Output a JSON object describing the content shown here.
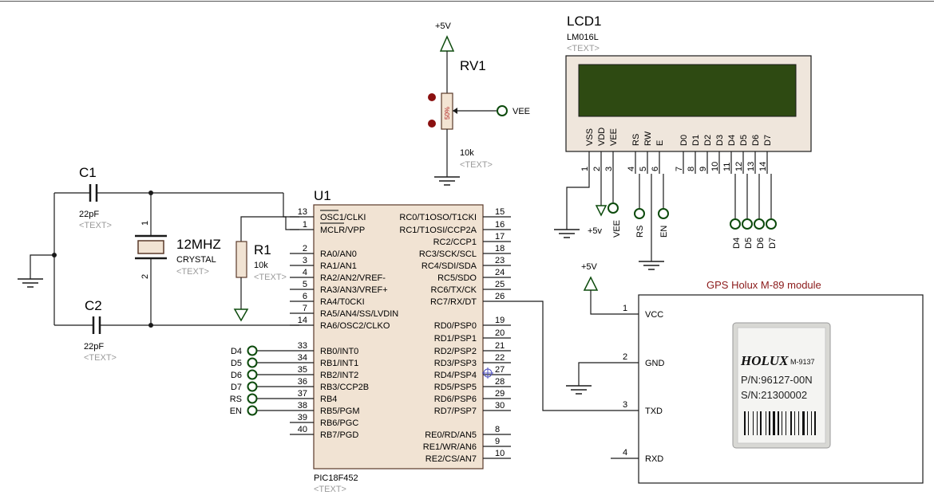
{
  "mcu": {
    "ref": "U1",
    "part": "PIC18F452",
    "text": "<TEXT>",
    "left_pins": [
      {
        "num": "13",
        "name": "OSC1/CLKI"
      },
      {
        "num": "1",
        "name": "MCLR/VPP"
      },
      {
        "num": "2",
        "name": "RA0/AN0"
      },
      {
        "num": "3",
        "name": "RA1/AN1"
      },
      {
        "num": "4",
        "name": "RA2/AN2/VREF-"
      },
      {
        "num": "5",
        "name": "RA3/AN3/VREF+"
      },
      {
        "num": "6",
        "name": "RA4/T0CKI"
      },
      {
        "num": "7",
        "name": "RA5/AN4/SS/LVDIN"
      },
      {
        "num": "14",
        "name": "RA6/OSC2/CLKO"
      },
      {
        "num": "33",
        "name": "RB0/INT0"
      },
      {
        "num": "34",
        "name": "RB1/INT1"
      },
      {
        "num": "35",
        "name": "RB2/INT2"
      },
      {
        "num": "36",
        "name": "RB3/CCP2B"
      },
      {
        "num": "37",
        "name": "RB4"
      },
      {
        "num": "38",
        "name": "RB5/PGM"
      },
      {
        "num": "39",
        "name": "RB6/PGC"
      },
      {
        "num": "40",
        "name": "RB7/PGD"
      }
    ],
    "right_pins": [
      {
        "num": "15",
        "name": "RC0/T1OSO/T1CKI"
      },
      {
        "num": "16",
        "name": "RC1/T1OSI/CCP2A"
      },
      {
        "num": "17",
        "name": "RC2/CCP1"
      },
      {
        "num": "18",
        "name": "RC3/SCK/SCL"
      },
      {
        "num": "23",
        "name": "RC4/SDI/SDA"
      },
      {
        "num": "24",
        "name": "RC5/SDO"
      },
      {
        "num": "25",
        "name": "RC6/TX/CK"
      },
      {
        "num": "26",
        "name": "RC7/RX/DT"
      },
      {
        "num": "19",
        "name": "RD0/PSP0"
      },
      {
        "num": "20",
        "name": "RD1/PSP1"
      },
      {
        "num": "21",
        "name": "RD2/PSP2"
      },
      {
        "num": "22",
        "name": "RD3/PSP3"
      },
      {
        "num": "27",
        "name": "RD4/PSP4"
      },
      {
        "num": "28",
        "name": "RD5/PSP5"
      },
      {
        "num": "29",
        "name": "RD6/PSP6"
      },
      {
        "num": "30",
        "name": "RD7/PSP7"
      },
      {
        "num": "8",
        "name": "RE0/RD/AN5"
      },
      {
        "num": "9",
        "name": "RE1/WR/AN6"
      },
      {
        "num": "10",
        "name": "RE2/CS/AN7"
      }
    ]
  },
  "portb_nets": [
    "D4",
    "D5",
    "D6",
    "D7",
    "RS",
    "EN"
  ],
  "lcd": {
    "ref": "LCD1",
    "part": "LM016L",
    "text": "<TEXT>",
    "pins": [
      {
        "num": "1",
        "name": "VSS"
      },
      {
        "num": "2",
        "name": "VDD"
      },
      {
        "num": "3",
        "name": "VEE"
      },
      {
        "num": "4",
        "name": "RS"
      },
      {
        "num": "5",
        "name": "RW"
      },
      {
        "num": "6",
        "name": "E"
      },
      {
        "num": "7",
        "name": "D0"
      },
      {
        "num": "8",
        "name": "D1"
      },
      {
        "num": "9",
        "name": "D2"
      },
      {
        "num": "10",
        "name": "D3"
      },
      {
        "num": "11",
        "name": "D4"
      },
      {
        "num": "12",
        "name": "D5"
      },
      {
        "num": "13",
        "name": "D6"
      },
      {
        "num": "14",
        "name": "D7"
      }
    ],
    "net_labels": [
      "+5v",
      "VEE",
      "RS",
      "EN",
      "D4",
      "D5",
      "D6",
      "D7"
    ]
  },
  "pot": {
    "ref": "RV1",
    "value": "10k",
    "text": "<TEXT>",
    "supply": "+5V",
    "wiper_net": "VEE",
    "percent": "50%"
  },
  "crystal": {
    "value": "12MHZ",
    "type": "CRYSTAL",
    "text": "<TEXT>",
    "pin1": "1",
    "pin2": "2"
  },
  "c1": {
    "ref": "C1",
    "value": "22pF",
    "text": "<TEXT>"
  },
  "c2": {
    "ref": "C2",
    "value": "22pF",
    "text": "<TEXT>"
  },
  "r1": {
    "ref": "R1",
    "value": "10k",
    "text": "<TEXT>"
  },
  "gps": {
    "title": "GPS Holux M-89  module",
    "supply": "+5V",
    "pins": [
      {
        "num": "1",
        "name": "VCC"
      },
      {
        "num": "2",
        "name": "GND"
      },
      {
        "num": "3",
        "name": "TXD"
      },
      {
        "num": "4",
        "name": "RXD"
      }
    ],
    "photo": {
      "brand": "HOLUX",
      "model": "M-9137",
      "pn": "P/N:96127-00N",
      "sn": "S/N:21300002"
    }
  },
  "colors": {
    "wire": "#1a1a1a",
    "ic_fill": "#f1e3d3",
    "lcd_screen": "#2e4a12",
    "lcd_body": "#efe6dc",
    "terminal": "#0c4a0c",
    "gps_title": "#8b1a1a"
  }
}
